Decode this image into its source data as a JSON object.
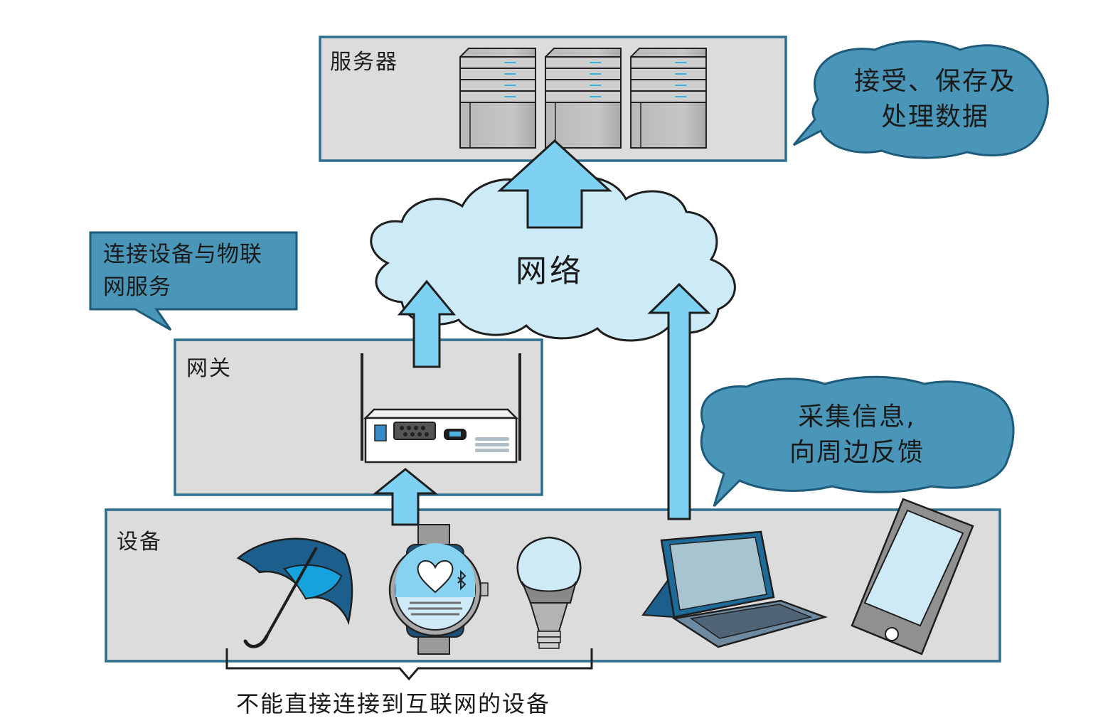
{
  "labels": {
    "server_box": "服务器",
    "gateway_box": "网关",
    "devices_box": "设备",
    "network": "网络",
    "server_bubble_line1": "接受、保存及",
    "server_bubble_line2": "处理数据",
    "gateway_note_line1": "连接设备与物联",
    "gateway_note_line2": "网服务",
    "device_bubble_line1": "采集信息,",
    "device_bubble_line2": "向周边反馈",
    "caption": "不能直接连接到互联网的设备"
  },
  "colors": {
    "box_fill": "#dcdcdc",
    "box_stroke": "#2d6f8e",
    "bubble_fill": "#4a96b8",
    "cloud_fill": "#cdebf7",
    "arrow_fill": "#7fd1f3"
  },
  "icons": [
    "server-rack-icon",
    "router-icon",
    "umbrella-icon",
    "smartwatch-icon",
    "light-bulb-icon",
    "tablet-keyboard-icon",
    "smartphone-icon"
  ]
}
